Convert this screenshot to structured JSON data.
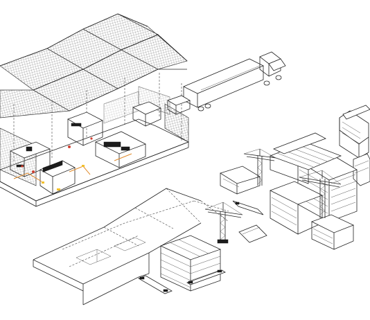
{
  "scene": {
    "description_kind": "isometric line drawing",
    "objects": [
      {
        "name": "mesh-canopy-shed",
        "kind": "structure"
      },
      {
        "name": "workshop-modules",
        "kind": "structure"
      },
      {
        "name": "semi-truck-trailer",
        "kind": "vehicle"
      },
      {
        "name": "tower-crane-left",
        "kind": "equipment"
      },
      {
        "name": "tower-crane-center",
        "kind": "equipment"
      },
      {
        "name": "tower-crane-right",
        "kind": "equipment"
      },
      {
        "name": "modular-stack-blocks",
        "kind": "structure"
      },
      {
        "name": "outline-shed-bottom",
        "kind": "structure"
      },
      {
        "name": "flatbed-trailers",
        "kind": "vehicle"
      }
    ],
    "colors": {
      "line": "#222222",
      "accent_orange": "#e08a2a",
      "accent_red": "#d04030",
      "accent_yellow": "#f2c02c",
      "dark_fill": "#1c1c1c"
    }
  }
}
